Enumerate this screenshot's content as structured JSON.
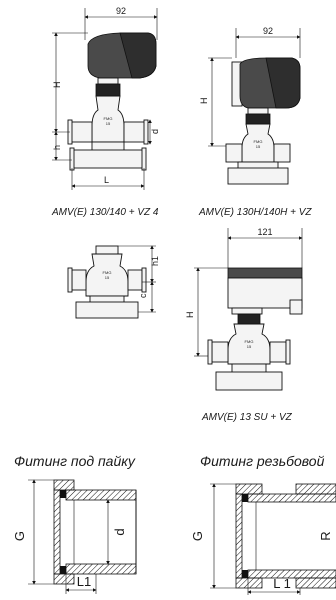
{
  "figure1": {
    "caption": "AMV(E) 130/140 + VZ 4",
    "width": "92",
    "height": "H",
    "h": "h",
    "d": "d",
    "L": "L"
  },
  "figure2": {
    "caption": "AMV(E) 130H/140H + VZ",
    "width": "92",
    "height": "H"
  },
  "figure3": {
    "h1": "h1",
    "c": "c"
  },
  "figure4": {
    "caption": "AMV(E) 13 SU + VZ",
    "width": "121",
    "height": "H"
  },
  "fitting_solder": {
    "title": "Фитинг под пайку",
    "G": "G",
    "d": "d",
    "L1": "L1"
  },
  "fitting_thread": {
    "title": "Фитинг резьбовой",
    "G": "G",
    "R": "R",
    "L1": "L 1"
  }
}
